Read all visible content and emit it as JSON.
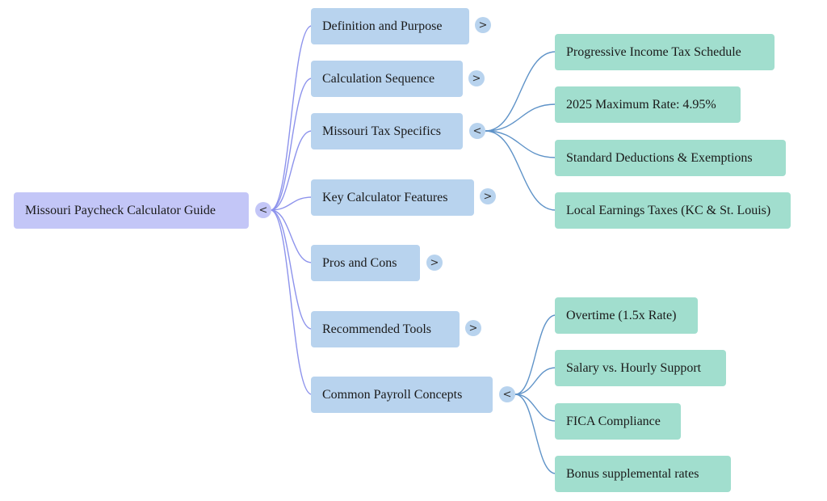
{
  "colors": {
    "root_fill": "#c3c6f7",
    "branch_fill": "#b8d3ee",
    "leaf_fill": "#a1dece",
    "root_edge": "#8d93ec",
    "leaf_edge": "#5f93c8",
    "toggle_fill": "#b8d3ee"
  },
  "root": {
    "label": "Missouri Paycheck Calculator Guide",
    "toggle": "<"
  },
  "branches": [
    {
      "label": "Definition and Purpose",
      "toggle": ">"
    },
    {
      "label": "Calculation Sequence",
      "toggle": ">"
    },
    {
      "label": "Missouri Tax Specifics",
      "toggle": "<"
    },
    {
      "label": "Key Calculator Features",
      "toggle": ">"
    },
    {
      "label": "Pros and Cons",
      "toggle": ">"
    },
    {
      "label": "Recommended Tools",
      "toggle": ">"
    },
    {
      "label": "Common Payroll Concepts",
      "toggle": "<"
    }
  ],
  "missouri_tax_children": [
    {
      "label": "Progressive Income Tax Schedule"
    },
    {
      "label": "2025 Maximum Rate: 4.95%"
    },
    {
      "label": "Standard Deductions & Exemptions"
    },
    {
      "label": "Local Earnings Taxes (KC & St. Louis)"
    }
  ],
  "payroll_children": [
    {
      "label": "Overtime (1.5x Rate)"
    },
    {
      "label": "Salary vs. Hourly Support"
    },
    {
      "label": "FICA Compliance"
    },
    {
      "label": "Bonus supplemental rates"
    }
  ]
}
